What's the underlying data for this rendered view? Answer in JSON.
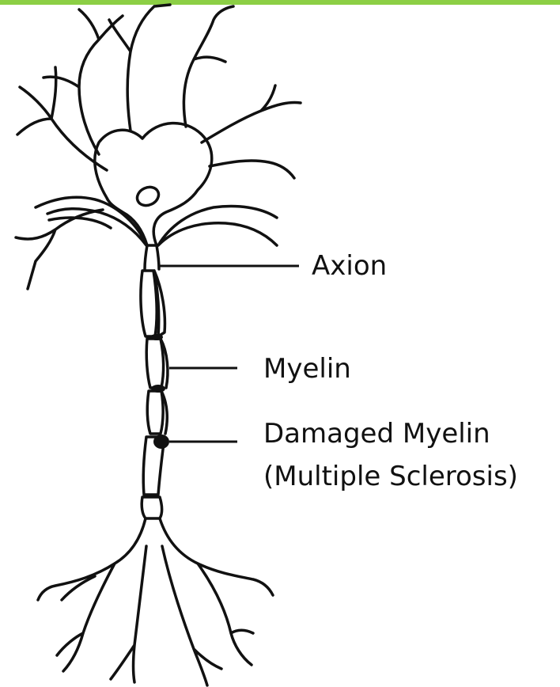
{
  "colors": {
    "top_bar": "#8ccf45",
    "ink": "#111111",
    "background": "#ffffff"
  },
  "labels": {
    "axon": "Axion",
    "myelin": "Myelin",
    "damaged_line1": "Damaged Myelin",
    "damaged_line2": "(Multiple Sclerosis)"
  }
}
